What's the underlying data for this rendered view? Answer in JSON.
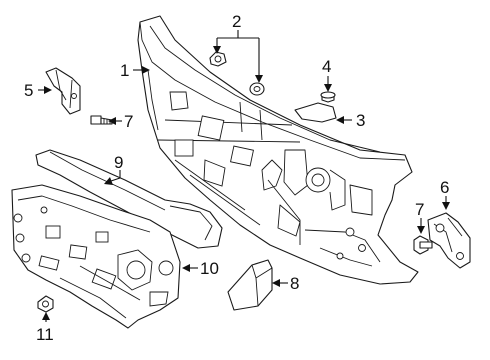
{
  "diagram": {
    "callouts": [
      {
        "id": "1",
        "text": "1"
      },
      {
        "id": "2",
        "text": "2"
      },
      {
        "id": "3",
        "text": "3"
      },
      {
        "id": "4",
        "text": "4"
      },
      {
        "id": "5",
        "text": "5"
      },
      {
        "id": "6",
        "text": "6"
      },
      {
        "id": "7a",
        "text": "7"
      },
      {
        "id": "7b",
        "text": "7"
      },
      {
        "id": "8",
        "text": "8"
      },
      {
        "id": "9",
        "text": "9"
      },
      {
        "id": "10",
        "text": "10"
      },
      {
        "id": "11",
        "text": "11"
      }
    ]
  }
}
